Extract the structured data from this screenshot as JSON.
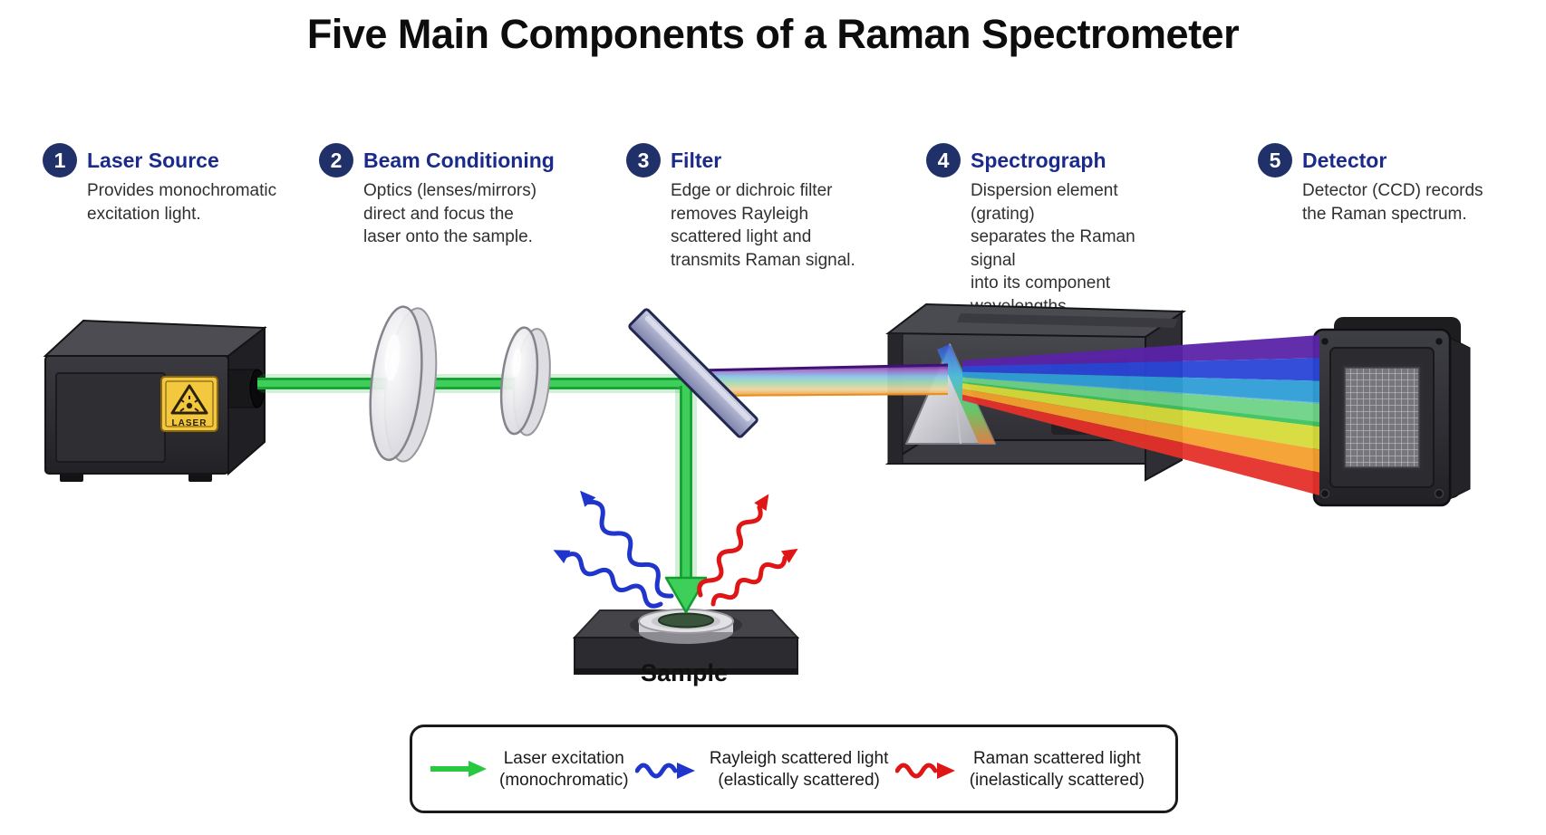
{
  "title": "Five Main Components of a Raman Spectrometer",
  "components": [
    {
      "number": "1",
      "name": "Laser Source",
      "description": "Provides monochromatic\nexcitation light."
    },
    {
      "number": "2",
      "name": "Beam Conditioning",
      "description": "Optics (lenses/mirrors)\ndirect and focus the\nlaser onto the sample."
    },
    {
      "number": "3",
      "name": "Filter",
      "description": "Edge or dichroic filter\nremoves Rayleigh\nscattered light and\ntransmits Raman signal."
    },
    {
      "number": "4",
      "name": "Spectrograph",
      "description": "Dispersion element (grating)\nseparates the Raman signal\ninto its component\nwavelengths."
    },
    {
      "number": "5",
      "name": "Detector",
      "description": "Detector (CCD) records\nthe Raman spectrum."
    }
  ],
  "diagram": {
    "laser_warning_label": "LASER",
    "sample_label": "Sample"
  },
  "legend": {
    "items": [
      {
        "symbol": "green-straight-arrow",
        "line1": "Laser excitation",
        "line2": "(monochromatic)"
      },
      {
        "symbol": "blue-wavy-arrow",
        "line1": "Rayleigh scattered light",
        "line2": "(elastically scattered)"
      },
      {
        "symbol": "red-wavy-arrow",
        "line1": "Raman scattered light",
        "line2": "(inelastically scattered)"
      }
    ]
  },
  "colors": {
    "accent_navy": "#1b2b8c",
    "badge_navy": "#203069",
    "laser_green": "#3ecf5b",
    "rayleigh_blue": "#1f35cc",
    "raman_red": "#e01616",
    "warning_yellow": "#f3c73e"
  }
}
